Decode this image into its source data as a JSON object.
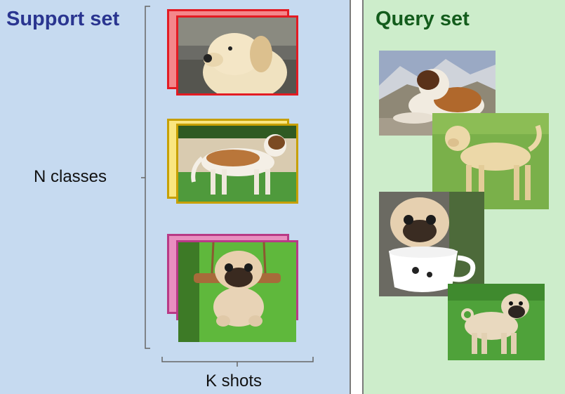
{
  "support": {
    "title": "Support set",
    "classes_label": "N classes",
    "shots_label": "K shots",
    "classes": [
      {
        "name": "labrador",
        "frame_color": "#e31b23",
        "back_fill": "#f4878b"
      },
      {
        "name": "saint-bernard",
        "frame_color": "#c7a000",
        "back_fill": "#fae680"
      },
      {
        "name": "pug",
        "frame_color": "#b83a86",
        "back_fill": "#e98fc0"
      }
    ]
  },
  "query": {
    "title": "Query set",
    "images": [
      "saint-bernard",
      "labrador",
      "pug-in-cup",
      "pug"
    ]
  },
  "colors": {
    "support_bg": "#c6daf0",
    "query_bg": "#cdedcb",
    "support_title": "#2a3590",
    "query_title": "#135c1c"
  }
}
